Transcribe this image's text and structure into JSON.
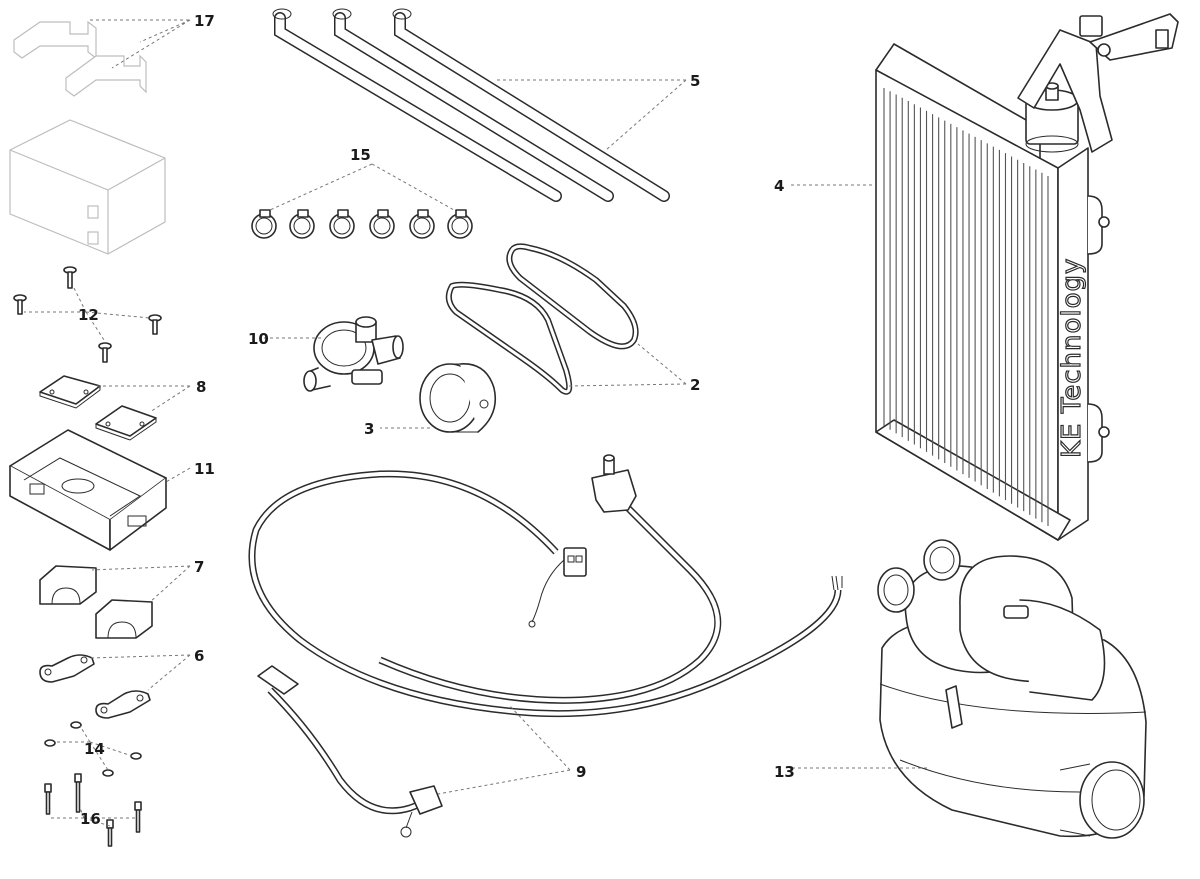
{
  "diagram": {
    "brand_text": "KE Technology",
    "callouts": {
      "p2": "2",
      "p3": "3",
      "p4": "4",
      "p5": "5",
      "p6": "6",
      "p7": "7",
      "p8": "8",
      "p9": "9",
      "p10": "10",
      "p11": "11",
      "p12": "12",
      "p13": "13",
      "p14": "14",
      "p15": "15",
      "p16": "16",
      "p17": "17"
    },
    "colors": {
      "line": "#2b2b2b",
      "leader": "#777777",
      "ghost": "#bdbdbd"
    }
  }
}
